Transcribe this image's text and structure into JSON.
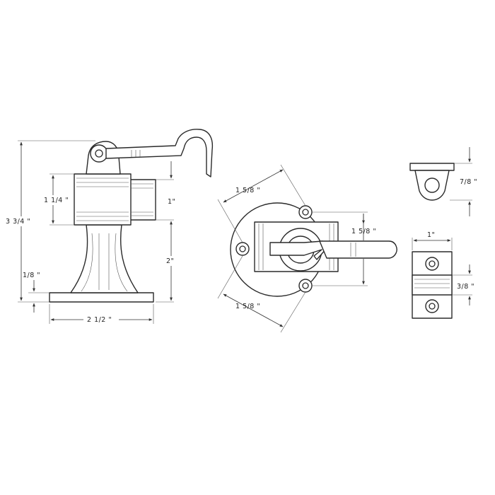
{
  "views": {
    "side": {
      "dim_overall_height": "3 3/4 \"",
      "dim_body_height": "1 1/4 \"",
      "dim_base_thickness": "1/8 \"",
      "dim_base_width": "2 1/2 \"",
      "dim_pin_height": "1\"",
      "dim_stem_height": "2\""
    },
    "top": {
      "dim_diag_upper": "1 5/8 \"",
      "dim_diag_lower": "1 5/8 \"",
      "dim_hole_spacing": "1 5/8 \""
    },
    "strike_side": {
      "dim_height": "7/8 \""
    },
    "strike_front": {
      "dim_width": "1\"",
      "dim_gap": "3/8 \""
    }
  }
}
